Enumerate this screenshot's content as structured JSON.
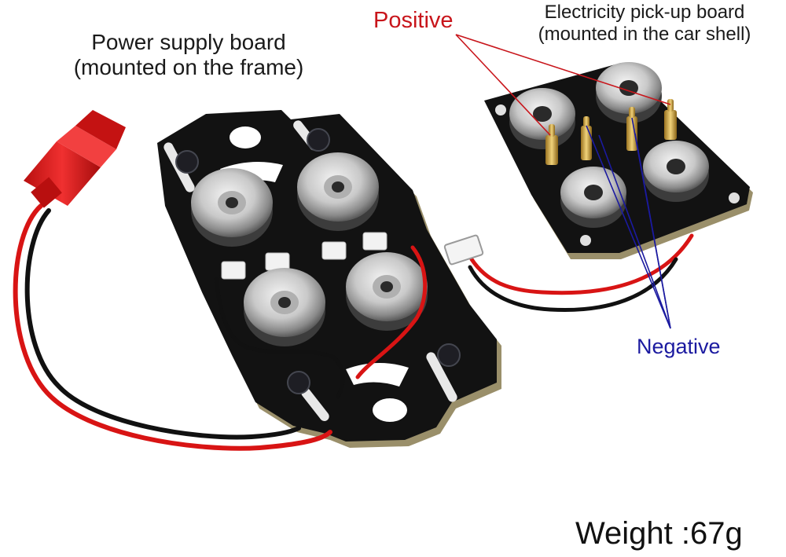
{
  "captions": {
    "power_board_line1": "Power supply board",
    "power_board_line2": "(mounted on the frame)",
    "pickup_board_line1": "Electricity pick-up board",
    "pickup_board_line2": "(mounted in the car shell)"
  },
  "labels": {
    "positive": "Positive",
    "negative": "Negative"
  },
  "weight": "Weight :67g",
  "colors": {
    "positive": "#c8151b",
    "negative": "#1b1aa0",
    "pcb": "#121212",
    "pcb_edge": "#9a8f6a",
    "connector": "#e01a1a",
    "wire_red": "#d81414",
    "wire_black": "#111111"
  }
}
